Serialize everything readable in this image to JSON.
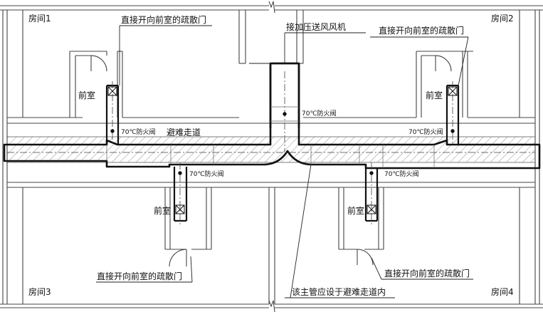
{
  "rooms": {
    "r1": "房间1",
    "r2": "房间2",
    "r3": "房间3",
    "r4": "房间4"
  },
  "labels": {
    "door_tl": "直接开向前室的疏散门",
    "door_tr": "直接开向前室的疏散门",
    "door_bl": "直接开向前室的疏散门",
    "door_br": "直接开向前室的疏散门",
    "fan": "接加压送风风机",
    "corridor": "避难走道",
    "main_duct_note": "该主管应设于避难走道内",
    "anteroom_tl": "前室",
    "anteroom_tr": "前室",
    "anteroom_bl": "前室",
    "anteroom_br": "前室",
    "valve_center": "70℃防火阀",
    "valve_tl": "70℃防火阀",
    "valve_tr": "70℃防火阀",
    "valve_bl": "70℃防火阀",
    "valve_br": "70℃防火阀"
  }
}
